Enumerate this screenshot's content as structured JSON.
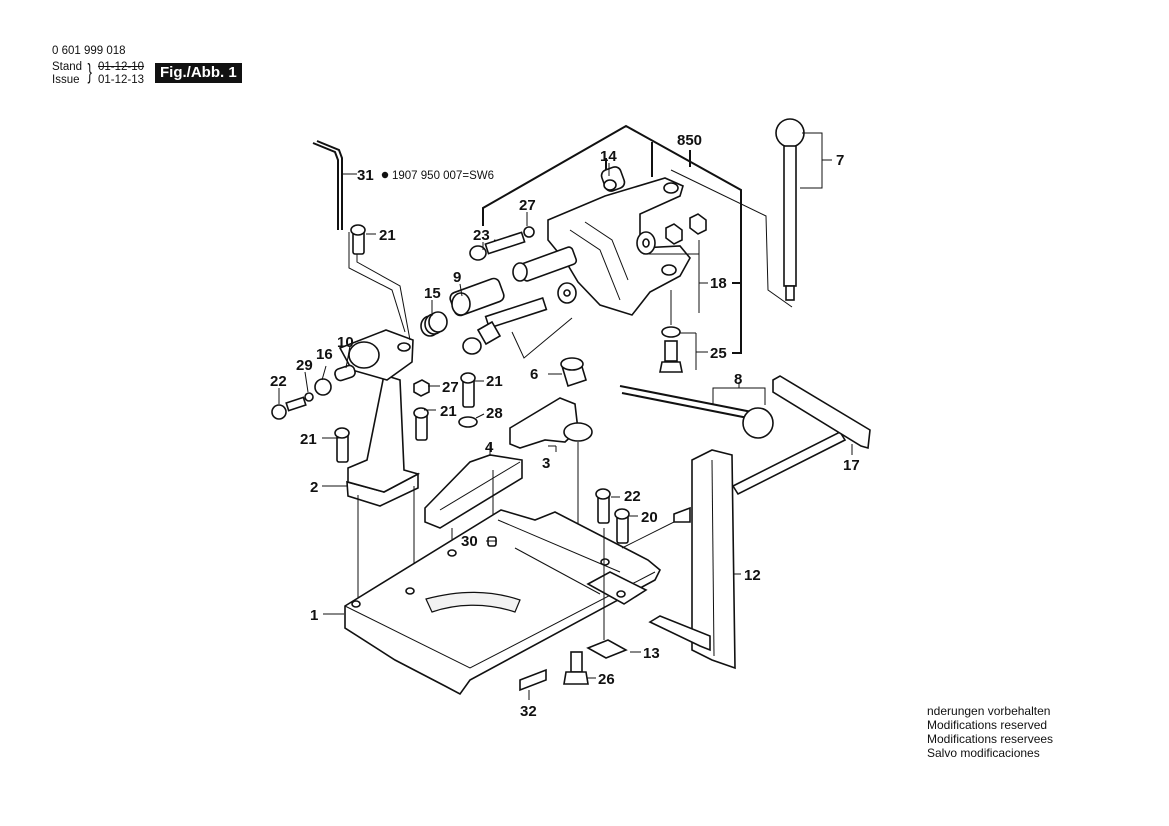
{
  "header": {
    "document_number": "0 601 999 018",
    "stand_label": "Stand",
    "issue_label": "Issue",
    "superseded_date": "01-12-10",
    "current_date": "01-12-13",
    "figure_label": "Fig./Abb. 1"
  },
  "diagram": {
    "callouts": {
      "p1": "1",
      "p2": "2",
      "p3": "3",
      "p4": "4",
      "p6": "6",
      "p7": "7",
      "p8": "8",
      "p9": "9",
      "p10": "10",
      "p12": "12",
      "p13": "13",
      "p14": "14",
      "p15": "15",
      "p16": "16",
      "p17": "17",
      "p18": "18",
      "p20": "20",
      "p21a": "21",
      "p21b": "21",
      "p21c": "21",
      "p21d": "21",
      "p22a": "22",
      "p22b": "22",
      "p23": "23",
      "p25": "25",
      "p26": "26",
      "p27a": "27",
      "p27b": "27",
      "p28": "28",
      "p29": "29",
      "p30": "30",
      "p31": "31",
      "p32": "32",
      "p850": "850"
    },
    "tool_note": "1907 950 007=SW6",
    "tool_note_icon": "bullet-icon"
  },
  "footer": {
    "notes": [
      "nderungen vorbehalten",
      "Modifications reserved",
      "Modifications reservees",
      "Salvo modificaciones"
    ]
  }
}
